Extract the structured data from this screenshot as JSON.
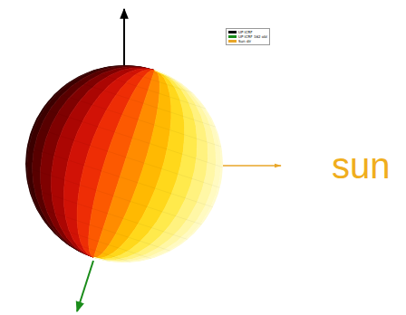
{
  "diagram": {
    "labels": [
      "sun"
    ],
    "legend": [
      {
        "text": "UP ICRF",
        "color": "#000000"
      },
      {
        "text": "UP ICRF 162 obl",
        "color": "#1a8c1a"
      },
      {
        "text": "Sun dir",
        "color": "#e8a628"
      }
    ]
  }
}
